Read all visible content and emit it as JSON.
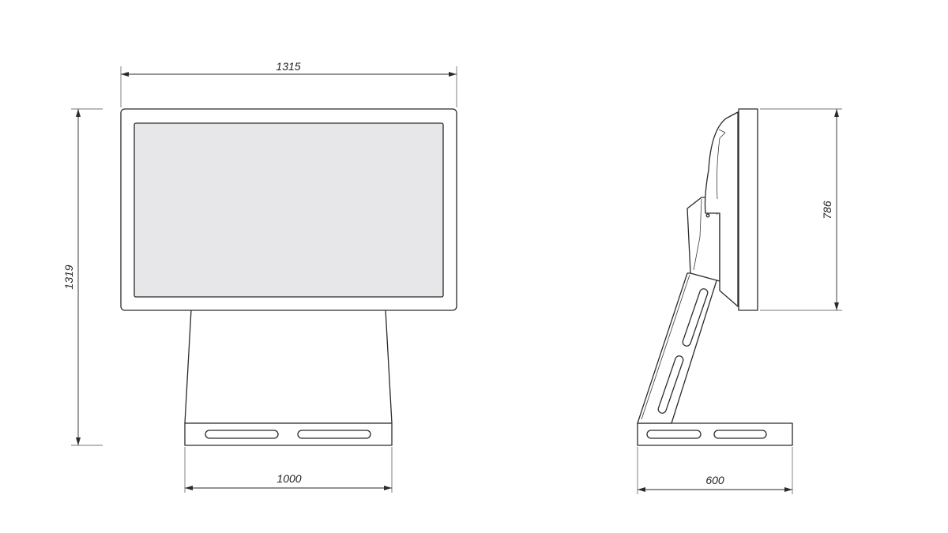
{
  "dimensions": {
    "front_width": "1315",
    "front_height": "1319",
    "base_width": "1000",
    "side_base_depth": "600",
    "side_height": "786"
  }
}
